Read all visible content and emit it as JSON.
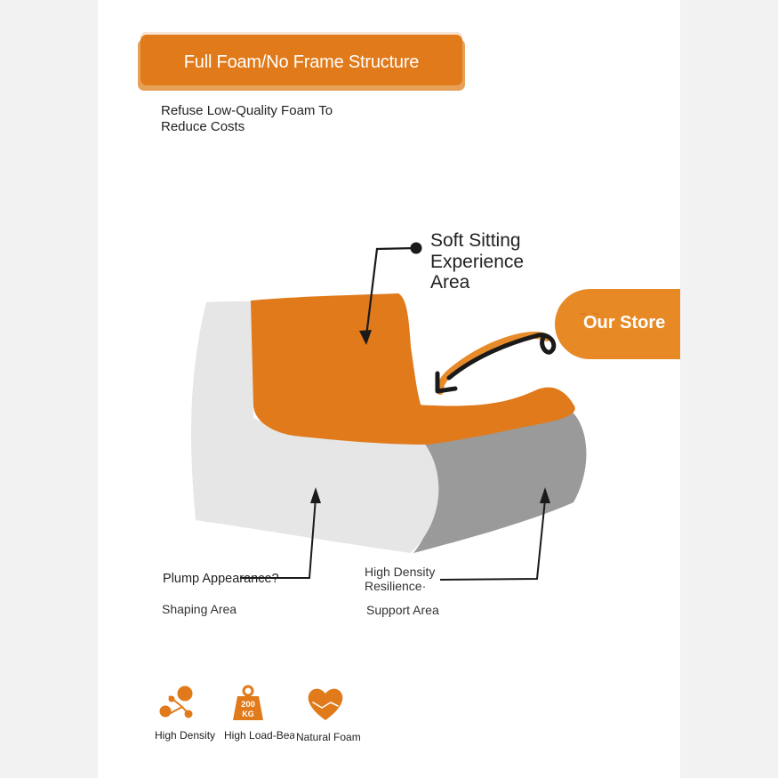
{
  "banner": {
    "title": "Full Foam/No Frame Structure"
  },
  "subtitle": "Refuse Low-Quality Foam To Reduce Costs",
  "callouts": {
    "soft_area": "Soft Sitting Experience Area",
    "plump": "Plump Appearance?",
    "shaping": "Shaping Area",
    "high_density": "High Density Resilience·",
    "support": "Support Area"
  },
  "store_badge": {
    "label": "Our Store"
  },
  "features": [
    {
      "label": "High Density",
      "icon": "molecule-icon"
    },
    {
      "label": "High Load-Bearing",
      "icon": "weight-icon",
      "badge": "200 KG"
    },
    {
      "label": "Natural Foam",
      "icon": "heart-hands-icon"
    }
  ],
  "colors": {
    "accent": "#e07a1a",
    "foam_white": "#e6e6e6",
    "foam_grey": "#9a9a9a"
  }
}
